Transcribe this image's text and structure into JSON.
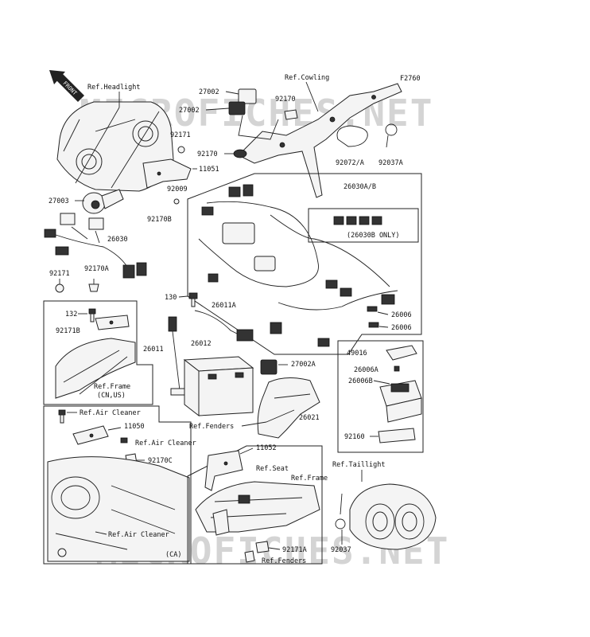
{
  "diagram": {
    "code": "F2760",
    "watermark": "MICROFICHES.NET",
    "front_label": "FRONT",
    "labels": {
      "ref_headlight": "Ref.Headlight",
      "ref_cowling": "Ref.Cowling",
      "p27002_a": "27002",
      "p27002_b": "27002",
      "p92170_a": "92170",
      "p92170_b": "92170",
      "p92171_a": "92171",
      "p11051": "11051",
      "p92009": "92009",
      "p27003": "27003",
      "p92170b": "92170B",
      "p92072a": "92072/A",
      "p92037a": "92037A",
      "p26030ab": "26030A/B",
      "p26030b_only": "(26030B ONLY)",
      "p26030": "26030",
      "p92170a": "92170A",
      "p92171_b": "92171",
      "p132": "132",
      "p92171b": "92171B",
      "ref_frame_cnus": "Ref.Frame",
      "cn_us": "(CN,US)",
      "p130": "130",
      "p26011a": "26011A",
      "p26011": "26011",
      "p26012": "26012",
      "p27002a": "27002A",
      "p26006_a": "26006",
      "p26006_b": "26006",
      "p49016": "49016",
      "p26006a": "26006A",
      "p26006b": "26006B",
      "p26021": "26021",
      "p92160": "92160",
      "ref_fenders_a": "Ref.Fenders",
      "ref_air_cleaner_a": "Ref.Air Cleaner",
      "p11050": "11050",
      "ref_air_cleaner_b": "Ref.Air Cleaner",
      "p92170c": "92170C",
      "p11052": "11052",
      "ref_seat": "Ref.Seat",
      "ref_frame": "Ref.Frame",
      "ref_taillight": "Ref.Taillight",
      "ref_air_cleaner_c": "Ref.Air Cleaner",
      "ca": "(CA)",
      "p92037": "92037",
      "p92171a": "92171A",
      "ref_fenders_b": "Ref.Fenders"
    }
  }
}
